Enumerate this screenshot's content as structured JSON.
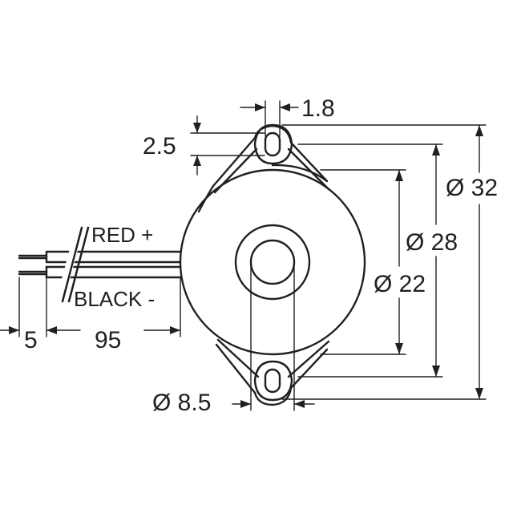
{
  "colors": {
    "ink": "#231f20",
    "background": "#ffffff"
  },
  "dimensions": {
    "hole_width": "1.8",
    "hole_height": "2.5",
    "outer_diameter": "Ø 32",
    "flange_diameter": "Ø 28",
    "body_diameter": "Ø 22",
    "center_hole_diameter": "Ø 8.5",
    "lead_strip": "5",
    "lead_length": "95"
  },
  "wires": {
    "red_label": "RED +",
    "black_label": "BLACK -"
  }
}
